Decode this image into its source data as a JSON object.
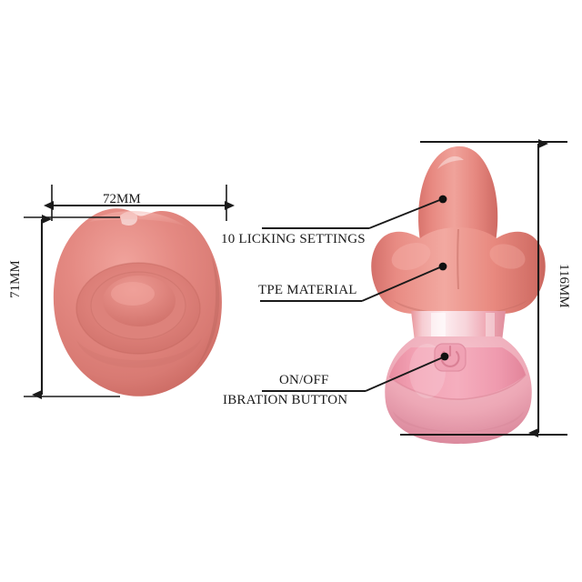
{
  "page": {
    "background_color": "#ffffff",
    "title": "Licking Tongue Vibrator Product Dimension Diagram"
  },
  "palette": {
    "lips_light": "#e9938d",
    "lips_mid": "#dd7d77",
    "lips_dark": "#c96b66",
    "lips_shadow": "#b85f5a",
    "device_coral": "#ea867e",
    "device_coral_dark": "#d4716a",
    "base_pink_light": "#f3b9c2",
    "base_pink_mid": "#eda6b4",
    "base_pink_dark": "#e58fa3",
    "band_pink": "#f09bb0",
    "line_color": "#1a1a1a",
    "text_color": "#1a1a1a"
  },
  "dimensions": {
    "width_left": {
      "value": "72MM",
      "orientation": "horizontal",
      "applies_to": "lips-front-view-width"
    },
    "height_left": {
      "value": "71MM",
      "orientation": "vertical",
      "applies_to": "lips-front-view-height"
    },
    "height_right": {
      "value": "116MM",
      "orientation": "vertical",
      "applies_to": "device-side-view-height"
    }
  },
  "annotations": [
    {
      "id": "licking-settings",
      "text": "10 LICKING SETTINGS",
      "points_to": "tongue-tip"
    },
    {
      "id": "tpe-material",
      "text": "TPE MATERIAL",
      "points_to": "lips-body"
    },
    {
      "id": "onoff-button",
      "line1": "ON/OFF",
      "line2": "IBRATION BUTTON",
      "points_to": "power-button"
    }
  ],
  "products": {
    "front_view": {
      "name": "lips-front-view",
      "description": "Front view of silicone lips with central tongue bulge"
    },
    "side_view": {
      "name": "device-side-view",
      "description": "Upright tongue vibrator with lips head and egg-shaped pink handle",
      "button_icon": "power-icon"
    }
  }
}
